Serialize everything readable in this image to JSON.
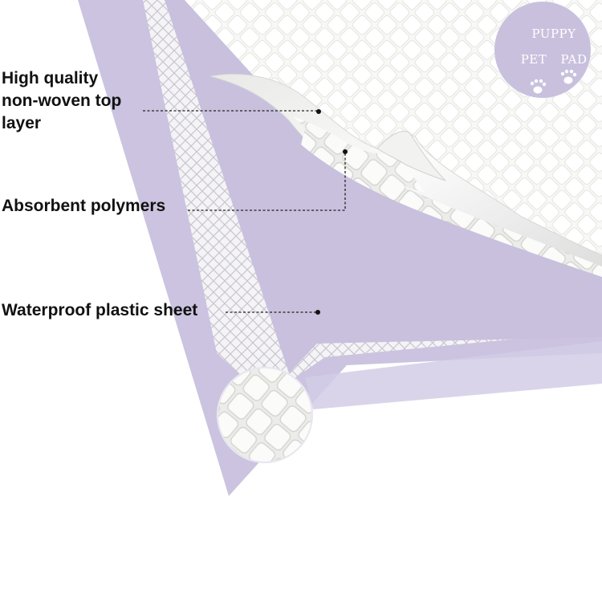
{
  "callouts": {
    "top_layer": "High quality\nnon-woven top\nlayer",
    "polymers": "Absorbent polymers",
    "plastic_sheet": "Waterproof plastic sheet"
  },
  "badge": {
    "line1": "PUPPY",
    "word_pet": "PET",
    "word_pad": "PAD",
    "icon": "paw-print-icon"
  },
  "colors": {
    "lavender": "#c7bfdc",
    "lavender_light": "#d9d2ea",
    "lavender_edge": "#cfc7e2",
    "badge": "#c9c0de",
    "top_sheet": "#f7f7f5",
    "text": "#111111"
  }
}
